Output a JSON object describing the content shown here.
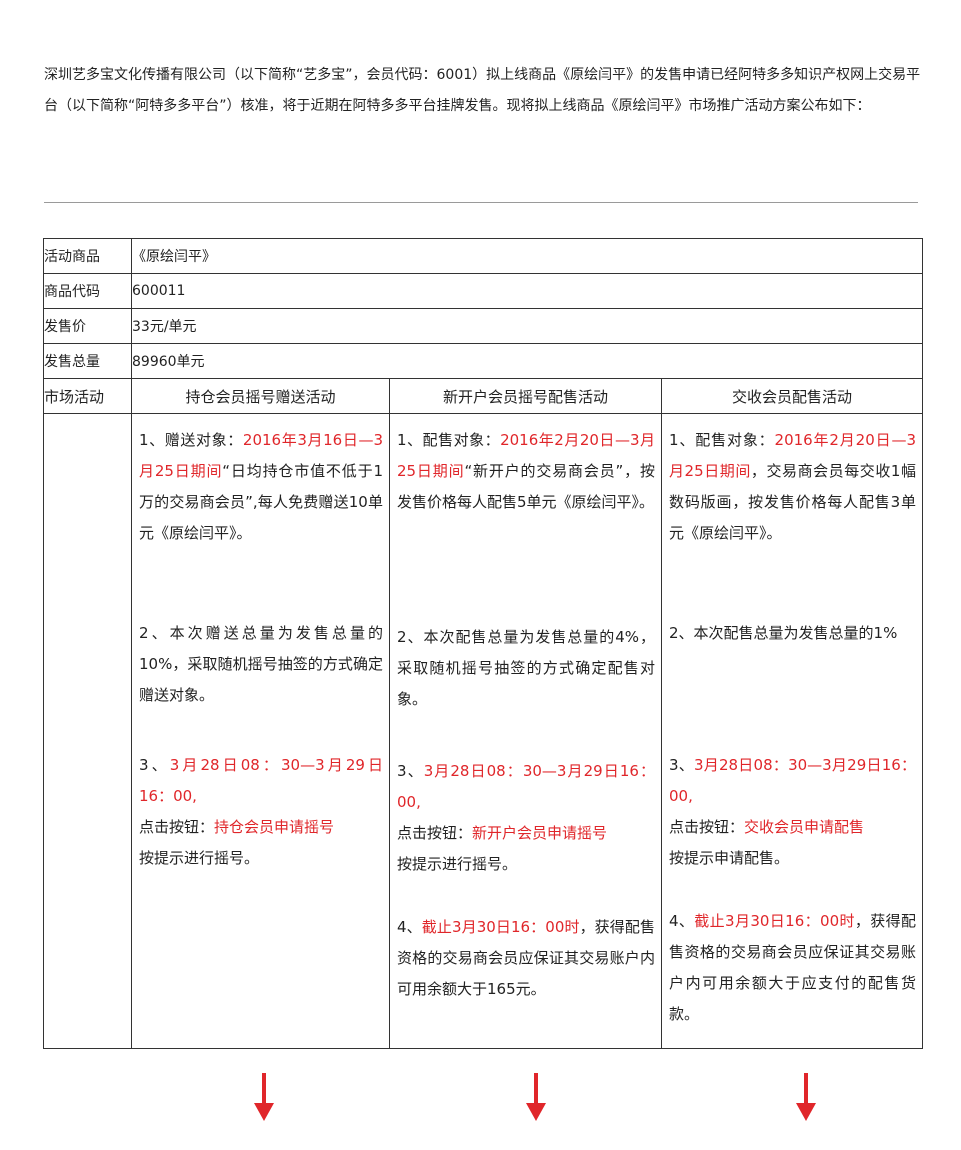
{
  "intro": "深圳艺多宝文化传播有限公司（以下简称“艺多宝”，会员代码：6001）拟上线商品《原绘闫平》的发售申请已经阿特多多知识产权网上交易平台（以下简称“阿特多多平台”）核准，将于近期在阿特多多平台挂牌发售。现将拟上线商品《原绘闫平》市场推广活动方案公布如下：",
  "colors": {
    "accent": "#e0262a",
    "border": "#333333",
    "text": "#222222"
  },
  "table": {
    "rows": [
      {
        "label": "活动商品",
        "value": "《原绘闫平》"
      },
      {
        "label": "商品代码",
        "value": "600011"
      },
      {
        "label": "发售价",
        "value": "33元/单元"
      },
      {
        "label": "发售总量",
        "value": "89960单元"
      }
    ],
    "market_label": "市场活动",
    "columns": [
      {
        "title": "持仓会员摇号赠送活动",
        "p1": {
          "a": "1、赠送对象：",
          "b": "2016年3月16日—3月25日期间",
          "c": "“日均持仓市值不低于1万的交易商会员”,每人免费赠送10单元《原绘闫平》。"
        },
        "p2": "2、本次赠送总量为发售总量的10%，采取随机摇号抽签的方式确定赠送对象。",
        "p3": {
          "a": "3、",
          "b": "3月28日08：30—3月29日16：00,",
          "c": "点击按钮：",
          "d": "持仓会员申请摇号",
          "e": "按提示进行摇号。"
        }
      },
      {
        "title": "新开户会员摇号配售活动",
        "p1": {
          "a": "1、配售对象：",
          "b": "2016年2月20日—3月25日期间",
          "c": "“新开户的交易商会员”，按发售价格每人配售5单元《原绘闫平》。"
        },
        "p2": "2、本次配售总量为发售总量的4%，采取随机摇号抽签的方式确定配售对象。",
        "p3": {
          "a": "3、",
          "b": "3月28日08：30—3月29日16：00,",
          "c": "点击按钮：",
          "d": "新开户会员申请摇号",
          "e": "按提示进行摇号。"
        },
        "p4": {
          "a": "4、",
          "b": "截止3月30日16：00时",
          "c": "，获得配售资格的交易商会员应保证其交易账户内可用余额大于165元。"
        }
      },
      {
        "title": "交收会员配售活动",
        "p1": {
          "a": "1、配售对象：",
          "b": "2016年2月20日—3月25日期间",
          "c": "，交易商会员每交收1幅数码版画，按发售价格每人配售3单元《原绘闫平》。"
        },
        "p2": "2、本次配售总量为发售总量的1%",
        "p3": {
          "a": "3、",
          "b": "3月28日08：30—3月29日16：00,",
          "c": "点击按钮：",
          "d": "交收会员申请配售",
          "e": "按提示申请配售。"
        },
        "p4": {
          "a": "4、",
          "b": "截止3月30日16：00时",
          "c": "，获得配售资格的交易商会员应保证其交易账户内可用余额大于应支付的配售货款。"
        }
      }
    ]
  }
}
